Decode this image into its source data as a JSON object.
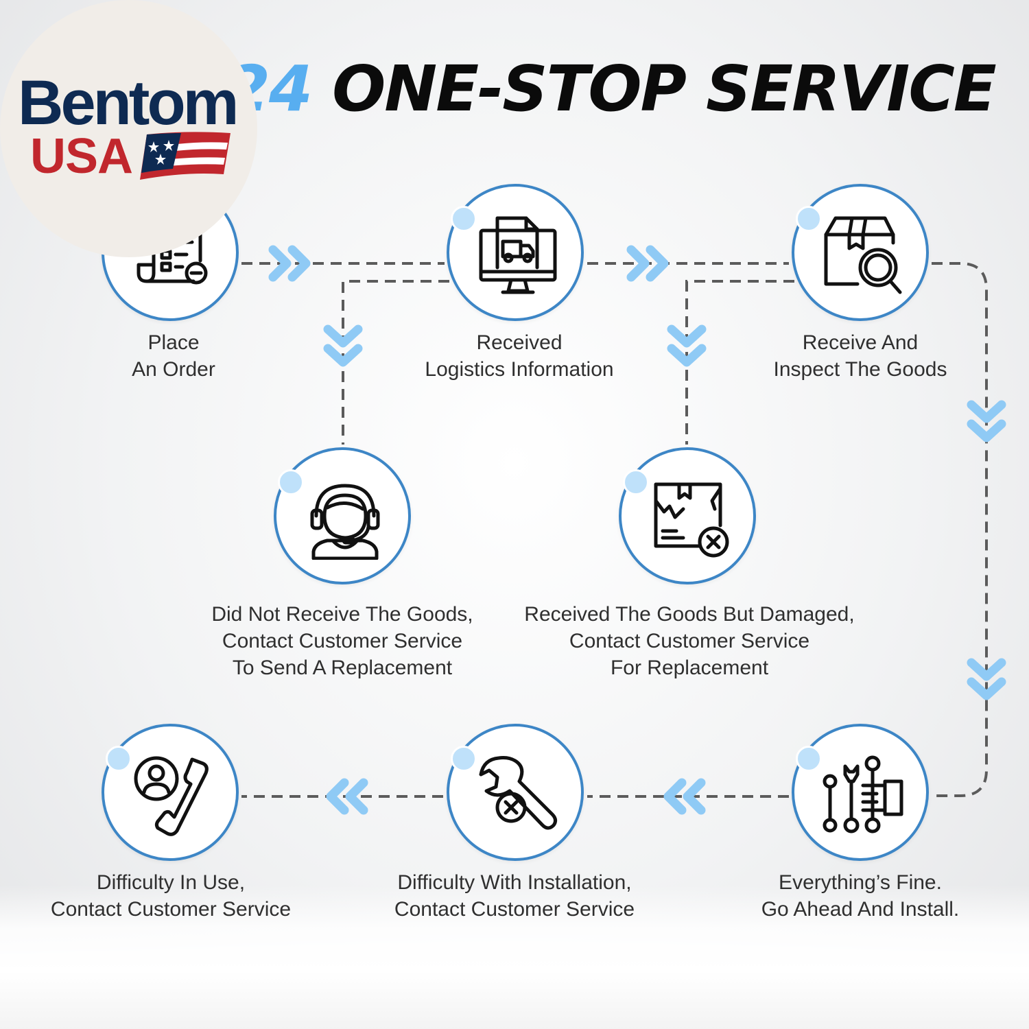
{
  "title": {
    "number": "24",
    "text": "ONE-STOP SERVICE"
  },
  "logo": {
    "brand": "Bentom",
    "country": "USA"
  },
  "colors": {
    "accent_blue": "#3d86c6",
    "arrow_blue": "#8fcaf5",
    "dot_blue": "#bfe1fa",
    "title_number": "#58aef0",
    "brand_navy": "#0e2a52",
    "brand_red": "#c1272d"
  },
  "steps": [
    {
      "icon": "order-list-icon",
      "lines": [
        "Place",
        "An Order"
      ]
    },
    {
      "icon": "delivery-truck-monitor-icon",
      "lines": [
        "Received",
        "Logistics Information"
      ]
    },
    {
      "icon": "box-inspect-icon",
      "lines": [
        "Receive And",
        "Inspect The Goods"
      ]
    },
    {
      "icon": "customer-service-headset-icon",
      "lines": [
        "Did Not Receive The Goods,",
        "Contact Customer Service",
        "To Send A Replacement"
      ]
    },
    {
      "icon": "damaged-box-icon",
      "lines": [
        "Received The Goods But Damaged,",
        "Contact Customer Service",
        "For Replacement"
      ]
    },
    {
      "icon": "phone-contact-icon",
      "lines": [
        "Difficulty In Use,",
        "Contact Customer Service"
      ]
    },
    {
      "icon": "wrench-error-icon",
      "lines": [
        "Difficulty With Installation,",
        "Contact Customer Service"
      ]
    },
    {
      "icon": "tools-icon",
      "lines": [
        "Everything’s Fine.",
        "Go Ahead And Install."
      ]
    }
  ]
}
